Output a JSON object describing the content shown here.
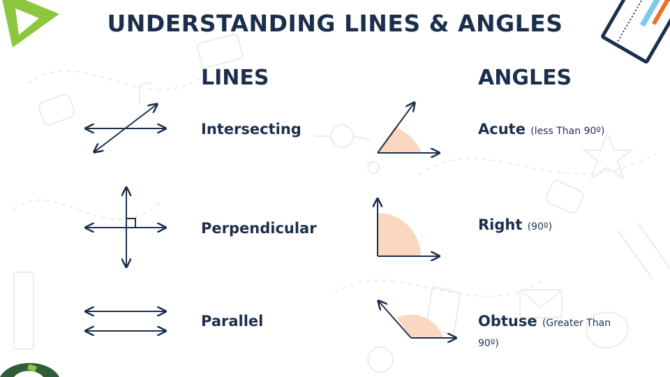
{
  "title": "UNDERSTANDING LINES & ANGLES",
  "lines": {
    "heading": "LINES",
    "items": [
      {
        "name": "Intersecting"
      },
      {
        "name": "Perpendicular"
      },
      {
        "name": "Parallel"
      }
    ]
  },
  "angles": {
    "heading": "ANGLES",
    "items": [
      {
        "name": "Acute",
        "note": "(less Than 90º)"
      },
      {
        "name": "Right",
        "note": "(90º)"
      },
      {
        "name": "Obtuse",
        "note": "(Greater Than 90º)"
      }
    ]
  },
  "colors": {
    "ink": "#1b2f4d",
    "angle_fill": "#fbd7c1",
    "accent_green": "#8dc63f",
    "dark_green": "#2f5d3a",
    "doodle": "#e9ecef"
  },
  "icons": [
    "triangle-ruler-icon",
    "notebook-icon",
    "protractor-icon"
  ]
}
